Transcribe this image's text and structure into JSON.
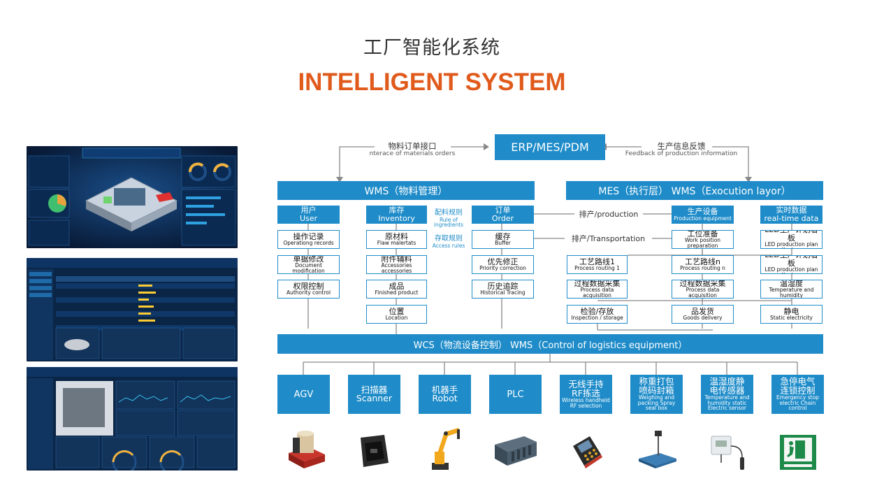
{
  "title": {
    "cn": "工厂智能化系统",
    "en": "INTELLIGENT SYSTEM"
  },
  "erp": "ERP/MES/PDM",
  "arrows": {
    "left": {
      "cn": "物料订单接口",
      "en": "nterace of materials orders"
    },
    "right": {
      "cn": "生产信息反馈",
      "en": "Feedback of production information"
    }
  },
  "wms_bar": "WMS（物料管理）",
  "mes_bar": "MES（执行层） WMS（Exocution layor）",
  "wcs_bar": "WCS（物流设备控制） WMS（Control of logistics equipment）",
  "wms_columns": [
    {
      "header": {
        "cn": "用户",
        "en": "User"
      },
      "items": [
        {
          "cn": "操作记录",
          "en": "Operationg records"
        },
        {
          "cn": "单据修改",
          "en": "Document modification"
        },
        {
          "cn": "权限控制",
          "en": "Authority control"
        }
      ]
    },
    {
      "header": {
        "cn": "库存",
        "en": "Inventory"
      },
      "items": [
        {
          "cn": "原材料",
          "en": "Flaw malertats"
        },
        {
          "cn": "附件辅料",
          "en": "Accessories accessories"
        },
        {
          "cn": "成品",
          "en": "Finished product"
        },
        {
          "cn": "位置",
          "en": "Location"
        }
      ]
    },
    {
      "header": {
        "cn": "订单",
        "en": "Order"
      },
      "items": [
        {
          "cn": "缓存",
          "en": "Buffer"
        },
        {
          "cn": "优先修正",
          "en": "Priority correction"
        },
        {
          "cn": "历史追踪",
          "en": "Historical Tracing"
        }
      ]
    }
  ],
  "rules": [
    {
      "cn": "配料规则",
      "en": "Rule of ingredients"
    },
    {
      "cn": "存取规则",
      "en": "Access rules"
    }
  ],
  "mid_labels": [
    "排产/production",
    "排产/Transportation"
  ],
  "mes_process": [
    {
      "cn": "工艺路线1",
      "en": "Process routing 1"
    },
    {
      "cn": "过程数据采集",
      "en": "Process data acquisition"
    },
    {
      "cn": "检验/存放",
      "en": "Inspection / storage"
    }
  ],
  "mes_equipment": {
    "header": {
      "cn": "生产设备",
      "en": "Production equipment"
    },
    "items": [
      {
        "cn": "工位准备",
        "en": "Work position preparation"
      },
      {
        "cn": "工艺路线n",
        "en": "Process routing n"
      },
      {
        "cn": "过程数据采集",
        "en": "Process data acquisition"
      },
      {
        "cn": "品发货",
        "en": "Goods delivery"
      }
    ]
  },
  "mes_realtime": {
    "header": {
      "cn": "实时数据",
      "en": "real-time data"
    },
    "items": [
      {
        "cn": "LED生产计划看板",
        "en": "LED production plan Kanban"
      },
      {
        "cn": "LED生产计划看板",
        "en": "LED production plan Kanban"
      },
      {
        "cn": "温湿度",
        "en": "Temperature and humidity"
      },
      {
        "cn": "静电",
        "en": "Static electricity"
      }
    ]
  },
  "equipment": [
    {
      "cn": "AGV",
      "en": ""
    },
    {
      "cn": "扫描器",
      "en": "Scanner"
    },
    {
      "cn": "机器手",
      "en": "Robot"
    },
    {
      "cn": "PLC",
      "en": ""
    },
    {
      "cn": "无线手持 RF拣选",
      "en": "Wireless handheld RF selection"
    },
    {
      "cn": "称重打包 喷码封箱",
      "en": "Weighing and packing Spray seal box"
    },
    {
      "cn": "温湿度静 电传感器",
      "en": "Temperature and humidity static Electric sensor"
    },
    {
      "cn": "急停电气 连锁控制",
      "en": "Emergency stop electric Chain control"
    }
  ],
  "colors": {
    "accent": "#1f8cc9",
    "title_en": "#e05a1c",
    "dashboard_bg": "#0c2d57"
  }
}
